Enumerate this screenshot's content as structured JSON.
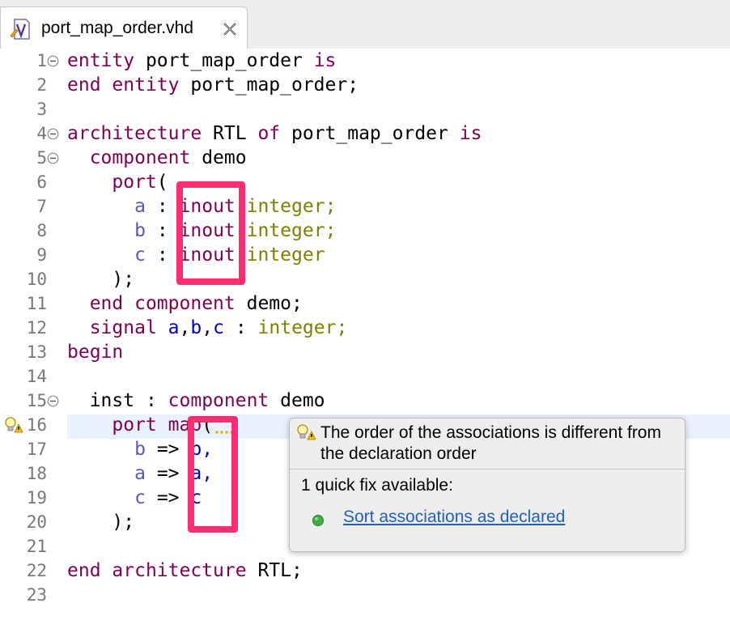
{
  "tab": {
    "title": "port_map_order.vhd",
    "file_icon": "vhdl-file-icon",
    "close_icon": "close-icon"
  },
  "editor": {
    "lines": [
      {
        "num": "1",
        "fold": true,
        "tokens": [
          [
            "kw",
            "entity"
          ],
          [
            "",
            "port_map_order"
          ],
          [
            "kw",
            "is"
          ]
        ]
      },
      {
        "num": "2",
        "tokens": [
          [
            "kw",
            "end"
          ],
          [
            "kw",
            "entity"
          ],
          [
            "",
            "port_map_order;"
          ]
        ]
      },
      {
        "num": "3",
        "tokens": []
      },
      {
        "num": "4",
        "fold": true,
        "tokens": [
          [
            "kw",
            "architecture"
          ],
          [
            "",
            "RTL"
          ],
          [
            "kw",
            "of"
          ],
          [
            "",
            "port_map_order"
          ],
          [
            "kw",
            "is"
          ]
        ]
      },
      {
        "num": "5",
        "fold": true,
        "tokens": [
          [
            "kw",
            "component"
          ],
          [
            "",
            "demo"
          ]
        ]
      },
      {
        "num": "6",
        "tokens": [
          [
            "kw",
            "port"
          ],
          [
            "",
            "("
          ]
        ]
      },
      {
        "num": "7",
        "tokens": [
          [
            "pid",
            "a"
          ],
          [
            "",
            ":"
          ],
          [
            "kw",
            "inout"
          ],
          [
            "ty",
            "integer;"
          ]
        ]
      },
      {
        "num": "8",
        "tokens": [
          [
            "pid",
            "b"
          ],
          [
            "",
            ":"
          ],
          [
            "kw",
            "inout"
          ],
          [
            "ty",
            "integer;"
          ]
        ]
      },
      {
        "num": "9",
        "tokens": [
          [
            "pid",
            "c"
          ],
          [
            "",
            ":"
          ],
          [
            "kw",
            "inout"
          ],
          [
            "ty",
            "integer"
          ]
        ]
      },
      {
        "num": "10",
        "tokens": [
          [
            "",
            ");"
          ]
        ]
      },
      {
        "num": "11",
        "tokens": [
          [
            "kw",
            "end"
          ],
          [
            "kw",
            "component"
          ],
          [
            "",
            "demo;"
          ]
        ]
      },
      {
        "num": "12",
        "tokens": [
          [
            "kw",
            "signal"
          ],
          [
            "id",
            "a"
          ],
          [
            "",
            ","
          ],
          [
            "id",
            "b"
          ],
          [
            "",
            ","
          ],
          [
            "id",
            "c"
          ],
          [
            "",
            ":"
          ],
          [
            "ty",
            "integer;"
          ]
        ]
      },
      {
        "num": "13",
        "tokens": [
          [
            "kw",
            "begin"
          ]
        ]
      },
      {
        "num": "14",
        "tokens": []
      },
      {
        "num": "15",
        "fold": true,
        "tokens": [
          [
            "",
            "inst :"
          ],
          [
            "kw",
            "component"
          ],
          [
            "",
            "demo"
          ]
        ]
      },
      {
        "num": "16",
        "warning": true,
        "tokens": [
          [
            "kw",
            "port"
          ],
          [
            "kw",
            "map"
          ],
          [
            "",
            "("
          ]
        ]
      },
      {
        "num": "17",
        "tokens": [
          [
            "pid",
            "b"
          ],
          [
            "",
            "=>"
          ],
          [
            "id",
            "b,"
          ]
        ]
      },
      {
        "num": "18",
        "tokens": [
          [
            "pid",
            "a"
          ],
          [
            "",
            "=>"
          ],
          [
            "id",
            "a,"
          ]
        ]
      },
      {
        "num": "19",
        "tokens": [
          [
            "pid",
            "c"
          ],
          [
            "",
            "=>"
          ],
          [
            "id",
            "c"
          ]
        ]
      },
      {
        "num": "20",
        "tokens": [
          [
            "",
            ");"
          ]
        ]
      },
      {
        "num": "21",
        "tokens": []
      },
      {
        "num": "22",
        "tokens": [
          [
            "kw",
            "end"
          ],
          [
            "kw",
            "architecture"
          ],
          [
            "",
            "RTL;"
          ]
        ]
      },
      {
        "num": "23",
        "tokens": []
      }
    ]
  },
  "popup": {
    "icon": "warning-bulb-icon",
    "message": "The order of the associations is different from the declaration order",
    "quickfix_count": "1 quick fix available:",
    "fix_label": "Sort associations as declared"
  },
  "colors": {
    "keyword": "#7f0055",
    "type": "#808000",
    "identifier": "#0000c0",
    "highlight": "#ff2d6f",
    "link": "#1f5fc9"
  }
}
